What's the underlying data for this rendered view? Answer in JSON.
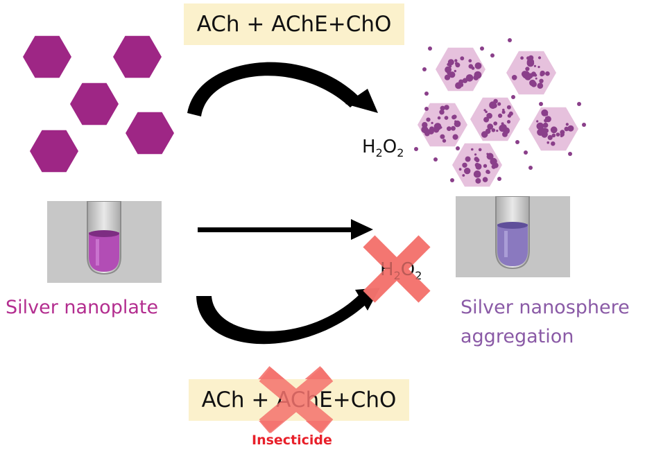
{
  "top_reaction": {
    "label": "ACh + AChE+ChO"
  },
  "bottom_reaction": {
    "label": "ACh + AChE+ChO",
    "inhibitor_label": "Insecticide"
  },
  "product": {
    "base": "H",
    "sub1": "2",
    "mid": "O",
    "sub2": "2"
  },
  "left": {
    "caption": "Silver nanoplate",
    "caption_color": "#b32d8f",
    "shape_color": "#9e2685"
  },
  "right": {
    "caption_line1": "Silver nanosphere",
    "caption_line2": "aggregation",
    "caption_color": "#8a5aa6",
    "hex_fill": "#e6c1dd",
    "dot_color": "#8a3f8a"
  },
  "colors": {
    "cross": "#f4736e",
    "arrow": "#000000"
  },
  "icons": [
    "hexagon-nanoplate",
    "arrow-curved",
    "arrow-straight",
    "cross-mark",
    "test-tube-photo"
  ]
}
